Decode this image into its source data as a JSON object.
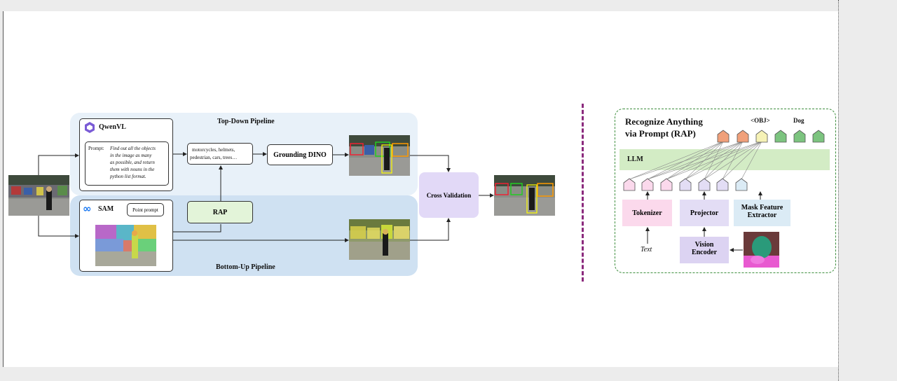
{
  "left": {
    "top_down_label": "Top-Down Pipeline",
    "bottom_up_label": "Bottom-Up Pipeline",
    "qwenvl_label": "QwenVL",
    "prompt_key": "Prompt:",
    "prompt_text_lines": [
      "Find out all the objects",
      "in the image as many",
      "as possible, and return",
      "them with nouns in the",
      "python list format."
    ],
    "nouns_lines": [
      "motorcycles, helmets,",
      "pedestrian, cars, trees…"
    ],
    "grounding_dino": "Grounding DINO",
    "sam_label": "SAM",
    "point_prompt": "Point prompt",
    "rap_label": "RAP",
    "cross_validation": "Cross Validation"
  },
  "right": {
    "title_lines": [
      "Recognize Anything",
      "via Prompt (RAP)"
    ],
    "obj_token": "<OBJ>",
    "dog_token": "Dog",
    "llm_label": "LLM",
    "tokenizer": "Tokenizer",
    "projector": "Projector",
    "mask_feature_lines": [
      "Mask Feature",
      "Extractor"
    ],
    "vision_encoder_lines": [
      "Vision",
      "Encoder"
    ],
    "text_input": "Text"
  },
  "colors": {
    "top_panel": "#e8f1f9",
    "bottom_panel": "#cfe1f2",
    "rap_box": "#e3f4d9",
    "cross_validation": "#e2d9f7",
    "llm_bar": "#d3ecc5",
    "tokenizer": "#fbd9ec",
    "projector": "#e3ddf5",
    "mask_feature": "#dbebf5",
    "vision_encoder": "#dcd3f2",
    "output_token": "#f0a07a",
    "obj_token": "#f6f2b6",
    "dog_token": "#7cc47f",
    "divider": "#8b2a7d",
    "rap_border": "#3e8e3e"
  }
}
